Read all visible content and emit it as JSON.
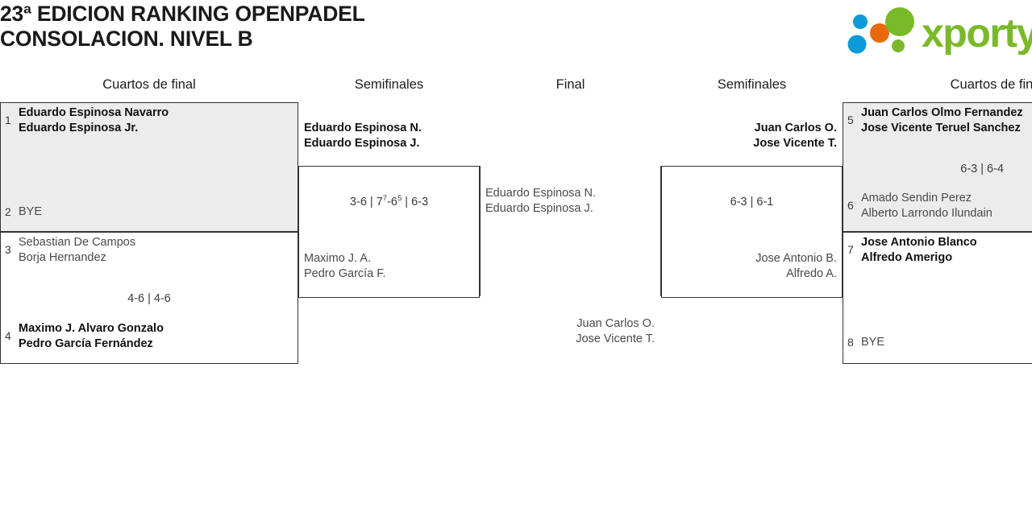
{
  "header": {
    "title": "23ª EDICION RANKING OPENPADEL\nCONSOLACION. NIVEL B",
    "logo_name": "xporty",
    "logo_colors": {
      "green": "#7ab929",
      "blue": "#0c9ad8",
      "orange": "#e8690b"
    }
  },
  "rounds": {
    "qf_left": "Cuartos de final",
    "sf_left": "Semifinales",
    "final": "Final",
    "sf_right": "Semifinales",
    "qf_right": "Cuartos de fin"
  },
  "bracket": {
    "qf1": {
      "top": {
        "seed": "1",
        "players": "Eduardo Espinosa Navarro\nEduardo Espinosa Jr.",
        "winner": true
      },
      "bottom": {
        "seed": "2",
        "players": "BYE",
        "winner": false
      },
      "score": ""
    },
    "qf2": {
      "top": {
        "seed": "3",
        "players": "Sebastian De Campos\nBorja Hernandez",
        "winner": false
      },
      "bottom": {
        "seed": "4",
        "players": "Maximo J. Alvaro Gonzalo\nPedro García Fernández",
        "winner": true
      },
      "score": "4-6 | 4-6"
    },
    "qf3": {
      "top": {
        "seed": "5",
        "players": "Juan Carlos Olmo Fernandez\nJose Vicente Teruel Sanchez",
        "winner": true
      },
      "bottom": {
        "seed": "6",
        "players": "Amado Sendin Perez\nAlberto Larrondo Ilundain",
        "winner": false
      },
      "score": "6-3 | 6-4"
    },
    "qf4": {
      "top": {
        "seed": "7",
        "players": "Jose Antonio Blanco\nAlfredo Amerigo",
        "winner": true
      },
      "bottom": {
        "seed": "8",
        "players": "BYE",
        "winner": false
      },
      "score": ""
    },
    "sf_left": {
      "top": {
        "players": "Eduardo Espinosa N.\nEduardo Espinosa J.",
        "winner": true
      },
      "bottom": {
        "players": "Maximo J. A.\nPedro García F.",
        "winner": false
      },
      "score_parts": [
        {
          "text": "3-6 | 7",
          "sup": ""
        },
        {
          "text": "",
          "sup": "7"
        },
        {
          "text": "-6",
          "sup": ""
        },
        {
          "text": "",
          "sup": "5"
        },
        {
          "text": " | 6-3",
          "sup": ""
        }
      ],
      "score_plain": "3-6 | 7(7)-6(5) | 6-3"
    },
    "sf_right": {
      "top": {
        "players": "Juan Carlos O.\nJose Vicente T.",
        "winner": true
      },
      "bottom": {
        "players": "Jose Antonio B.\nAlfredo A.",
        "winner": false
      },
      "score": "6-3 | 6-1"
    },
    "final": {
      "left_finalist": {
        "players": "Eduardo Espinosa N.\nEduardo Espinosa J.",
        "winner": false
      },
      "right_finalist": {
        "players": "Juan Carlos O.\nJose Vicente T.",
        "winner": false
      }
    }
  }
}
